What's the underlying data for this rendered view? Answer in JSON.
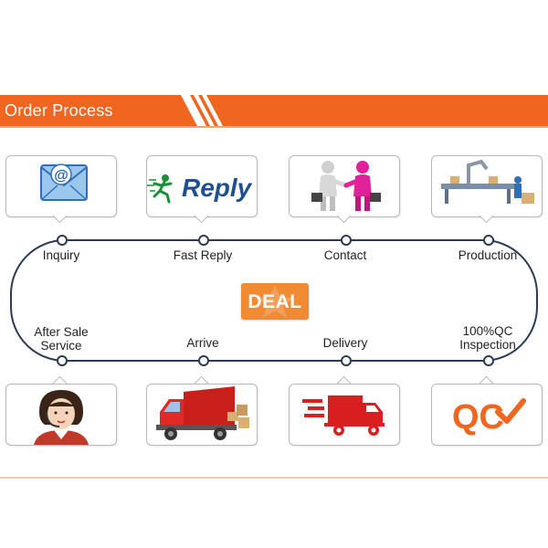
{
  "header": {
    "title": "Order Process"
  },
  "colors": {
    "accent": "#f0651f",
    "loop": "#2b3a55",
    "deal": "#f08a33"
  },
  "steps_top": [
    {
      "label": "Inquiry",
      "icon": "email-icon"
    },
    {
      "label": "Fast Reply",
      "icon": "reply-logo-icon",
      "logo_text": "Reply"
    },
    {
      "label": "Contact",
      "icon": "handshake-icon"
    },
    {
      "label": "Production",
      "icon": "factory-line-icon"
    }
  ],
  "steps_bottom": [
    {
      "label": "After Sale\nService",
      "icon": "customer-service-icon"
    },
    {
      "label": "Arrive",
      "icon": "red-truck-icon"
    },
    {
      "label": "Delivery",
      "icon": "fast-delivery-icon"
    },
    {
      "label": "100%QC\nInspection",
      "icon": "qc-check-icon",
      "logo_text": "QC"
    }
  ],
  "center": {
    "label": "DEAL"
  }
}
